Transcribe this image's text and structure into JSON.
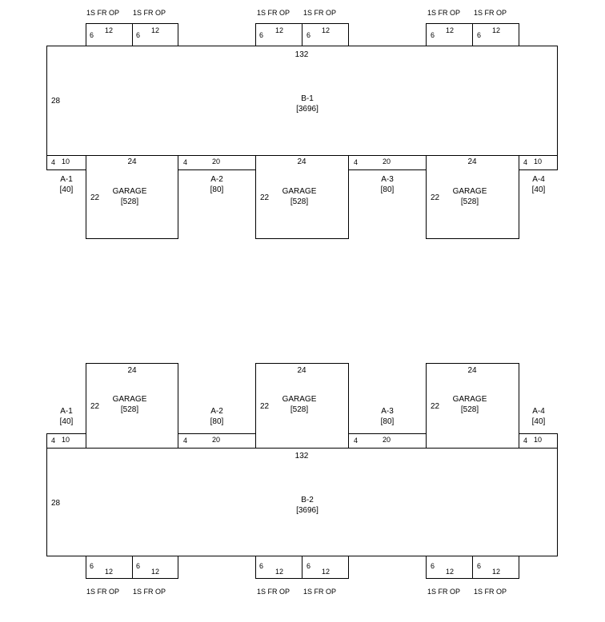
{
  "plan_top": {
    "building": {
      "label": "B-1",
      "area": "[3696]",
      "width": "132",
      "depth": "28"
    },
    "porches": [
      {
        "label": "1S FR OP",
        "a": "6",
        "b": "12"
      },
      {
        "label": "1S FR OP",
        "a": "6",
        "b": "12"
      },
      {
        "label": "1S FR OP",
        "a": "6",
        "b": "12"
      },
      {
        "label": "1S FR OP",
        "a": "6",
        "b": "12"
      },
      {
        "label": "1S FR OP",
        "a": "6",
        "b": "12"
      },
      {
        "label": "1S FR OP",
        "a": "6",
        "b": "12"
      }
    ],
    "garages": [
      {
        "label": "GARAGE",
        "area": "[528]",
        "width": "24",
        "depth": "22"
      },
      {
        "label": "GARAGE",
        "area": "[528]",
        "width": "24",
        "depth": "22"
      },
      {
        "label": "GARAGE",
        "area": "[528]",
        "width": "24",
        "depth": "22"
      }
    ],
    "strips": [
      {
        "label": "A-1",
        "area": "[40]",
        "a": "4",
        "b": "10"
      },
      {
        "label": "A-2",
        "area": "[80]",
        "a": "4",
        "b": "20"
      },
      {
        "label": "A-3",
        "area": "[80]",
        "a": "4",
        "b": "20"
      },
      {
        "label": "A-4",
        "area": "[40]",
        "a": "4",
        "b": "10"
      }
    ]
  },
  "plan_bottom": {
    "building": {
      "label": "B-2",
      "area": "[3696]",
      "width": "132",
      "depth": "28"
    },
    "porches": [
      {
        "label": "1S FR OP",
        "a": "6",
        "b": "12"
      },
      {
        "label": "1S FR OP",
        "a": "6",
        "b": "12"
      },
      {
        "label": "1S FR OP",
        "a": "6",
        "b": "12"
      },
      {
        "label": "1S FR OP",
        "a": "6",
        "b": "12"
      },
      {
        "label": "1S FR OP",
        "a": "6",
        "b": "12"
      },
      {
        "label": "1S FR OP",
        "a": "6",
        "b": "12"
      }
    ],
    "garages": [
      {
        "label": "GARAGE",
        "area": "[528]",
        "width": "24",
        "depth": "22"
      },
      {
        "label": "GARAGE",
        "area": "[528]",
        "width": "24",
        "depth": "22"
      },
      {
        "label": "GARAGE",
        "area": "[528]",
        "width": "24",
        "depth": "22"
      }
    ],
    "strips": [
      {
        "label": "A-1",
        "area": "[40]",
        "a": "4",
        "b": "10"
      },
      {
        "label": "A-2",
        "area": "[80]",
        "a": "4",
        "b": "20"
      },
      {
        "label": "A-3",
        "area": "[80]",
        "a": "4",
        "b": "20"
      },
      {
        "label": "A-4",
        "area": "[40]",
        "a": "4",
        "b": "10"
      }
    ]
  }
}
